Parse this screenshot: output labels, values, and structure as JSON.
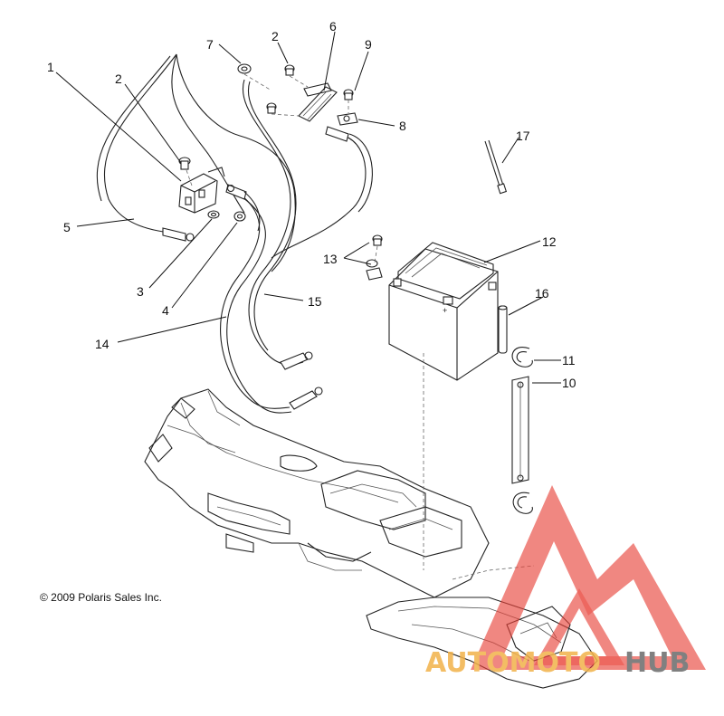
{
  "copyright": "© 2009 Polaris Sales Inc.",
  "callouts": [
    "1",
    "2",
    "3",
    "4",
    "5",
    "6",
    "7",
    "8",
    "9",
    "10",
    "11",
    "12",
    "13",
    "14",
    "15",
    "16",
    "17"
  ],
  "watermark": {
    "word_a": "AUTOMOTO",
    "word_b": "HUB",
    "color_a": "#f2b24a",
    "color_b": "#6b6b6b",
    "logo_color": "#e8433a"
  }
}
